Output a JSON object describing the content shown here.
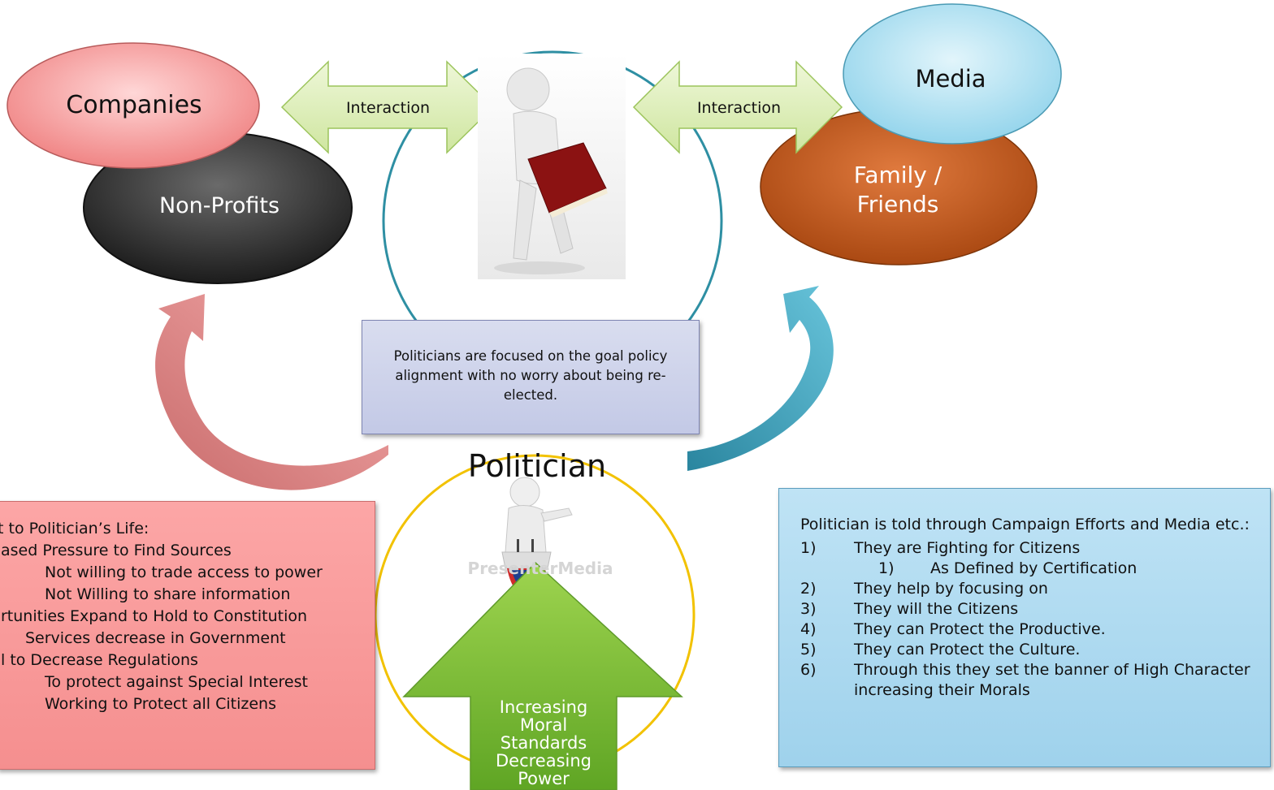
{
  "nodes": {
    "companies": "Companies",
    "non_profits": "Non-Profits",
    "media": "Media",
    "family_friends": [
      "Family /",
      "Friends"
    ],
    "politician": "Politician"
  },
  "arrows": {
    "left_interaction": "Interaction",
    "right_interaction": "Interaction",
    "up_arrow_text": [
      "Increasing",
      "Moral",
      "Standards",
      "Decreasing",
      "Power"
    ]
  },
  "watermark": "PresenterMedia",
  "center_note": "Politicians are focused on the goal policy alignment with no worry about being re-elected.",
  "left_note": {
    "lines": [
      "t to Politician’s Life:",
      "ased Pressure to Find Sources",
      "Not willing to trade access to power",
      "Not Willing to share information",
      "rtunities Expand to Hold to Constitution",
      "Services decrease in Government",
      "l to Decrease Regulations",
      "To protect against Special Interest",
      "Working to Protect all Citizens"
    ]
  },
  "right_note": {
    "intro": "Politician is told through Campaign Efforts and Media etc.:",
    "items": [
      {
        "num": "1)",
        "text": "They are Fighting for Citizens"
      },
      {
        "num": "2)",
        "text": "They help by focusing on"
      },
      {
        "num": "3)",
        "text": "They will the Citizens"
      },
      {
        "num": "4)",
        "text": "They can Protect the Productive."
      },
      {
        "num": "5)",
        "text": "They can Protect the Culture."
      },
      {
        "num": "6)",
        "text": "Through this they set the banner of High Character increasing their Morals"
      }
    ],
    "subitem": {
      "num": "1)",
      "text": "As Defined by Certification"
    }
  },
  "colors": {
    "companies_fill": "#f48f8f",
    "nonprofits_fill": "#2d2d2d",
    "media_fill": "#a9def0",
    "family_fill": "#b8521d",
    "interaction_arrow": "#d8ebb0",
    "upper_circle": "#2e8fa3",
    "lower_circle": "#f2c200",
    "up_arrow": "#7cbf34",
    "red_curve": "#d56e6e",
    "teal_curve": "#2f9bb4"
  }
}
